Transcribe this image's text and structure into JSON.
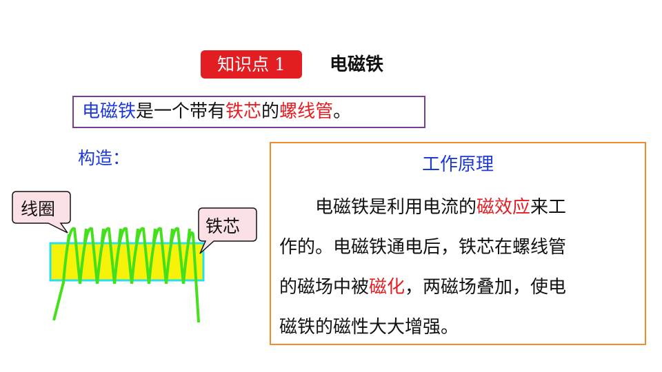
{
  "header": {
    "badge": "知识点 1",
    "topic": "电磁铁"
  },
  "definition": {
    "term": "电磁铁",
    "text1": "是一个带有",
    "core": "铁芯",
    "text2": "的",
    "solenoid": "螺线管",
    "end": "。"
  },
  "structure_label": "构造：",
  "diagram": {
    "coil_label": "线圈",
    "core_label": "铁芯"
  },
  "principle": {
    "title": "工作原理",
    "line1_a": "电磁铁是利用电流的",
    "line1_b": "磁效应",
    "line1_c": "来工",
    "line2": "作的。电磁铁通电后，铁芯在螺线管",
    "line3_a": "的磁场中被",
    "line3_b": "磁化",
    "line3_c": "，两磁场叠加，使电",
    "line4": "磁铁的磁性大大增强。"
  },
  "colors": {
    "accent_red": "#e21e22",
    "accent_blue": "#1c39d6",
    "coil_green": "#44e01c",
    "core_yellow": "#f6f20a",
    "core_border": "#27e0ee",
    "box_orange": "#f08a2c",
    "box_purple": "#7a3a9a",
    "callout_fill": "#fbe0e6"
  }
}
